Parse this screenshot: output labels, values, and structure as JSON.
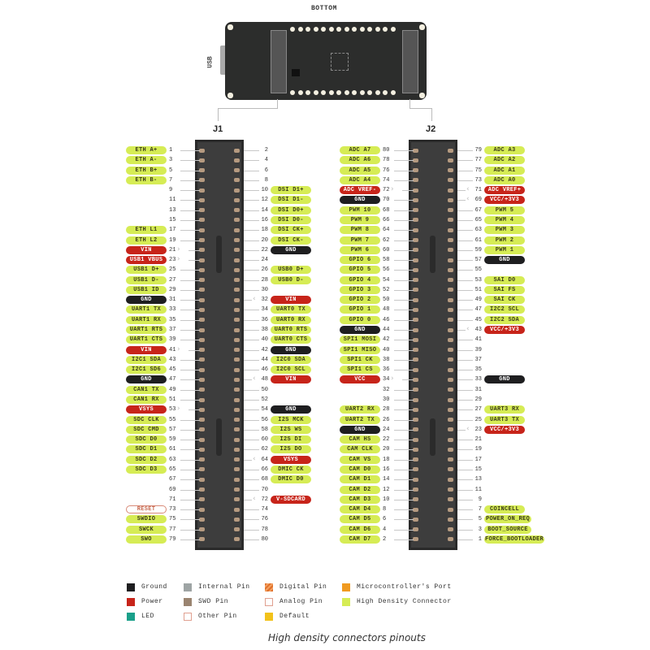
{
  "title": "BOTTOM",
  "usb_label": "USB",
  "j1_label": "J1",
  "j2_label": "J2",
  "colors": {
    "hd": "#d6ec55",
    "power": "#c7241a",
    "ground": "#1e1e20",
    "other": "#d88a78"
  },
  "j1": {
    "left": [
      [
        "1",
        "ETH A+",
        "h",
        0
      ],
      [
        "3",
        "ETH A-",
        "h",
        0
      ],
      [
        "5",
        "ETH B+",
        "h",
        0
      ],
      [
        "7",
        "ETH B-",
        "h",
        0
      ],
      [
        "9",
        "",
        "",
        0
      ],
      [
        "11",
        "",
        "",
        0
      ],
      [
        "13",
        "",
        "",
        0
      ],
      [
        "15",
        "",
        "",
        0
      ],
      [
        "17",
        "ETH L1",
        "h",
        0
      ],
      [
        "19",
        "ETH L2",
        "h",
        0
      ],
      [
        "21",
        "VIN",
        "p",
        1
      ],
      [
        "23",
        "USB1 VBUS",
        "p",
        1
      ],
      [
        "25",
        "USB1 D+",
        "h",
        0
      ],
      [
        "27",
        "USB1 D-",
        "h",
        0
      ],
      [
        "29",
        "USB1 ID",
        "h",
        0
      ],
      [
        "31",
        "GND",
        "g",
        0
      ],
      [
        "33",
        "UART1 TX",
        "h",
        0
      ],
      [
        "35",
        "UART1 RX",
        "h",
        0
      ],
      [
        "37",
        "UART1 RTS",
        "h",
        0
      ],
      [
        "39",
        "UART1 CTS",
        "h",
        0
      ],
      [
        "41",
        "VIN",
        "p",
        1
      ],
      [
        "43",
        "I2C1 SDA",
        "h",
        0
      ],
      [
        "45",
        "I2C1 SD6",
        "h",
        0
      ],
      [
        "47",
        "GND",
        "g",
        0
      ],
      [
        "49",
        "CAN1 TX",
        "h",
        0
      ],
      [
        "51",
        "CAN1 RX",
        "h",
        0
      ],
      [
        "53",
        "VSYS",
        "p",
        1
      ],
      [
        "55",
        "SDC CLK",
        "h",
        0
      ],
      [
        "57",
        "SDC CMD",
        "h",
        0
      ],
      [
        "59",
        "SDC D0",
        "h",
        0
      ],
      [
        "61",
        "SDC D1",
        "h",
        0
      ],
      [
        "63",
        "SDC D2",
        "h",
        0
      ],
      [
        "65",
        "SDC D3",
        "h",
        0
      ],
      [
        "67",
        "",
        "",
        0
      ],
      [
        "69",
        "",
        "",
        0
      ],
      [
        "71",
        "",
        "",
        0
      ],
      [
        "73",
        "RESET",
        "o",
        0
      ],
      [
        "75",
        "SWDIO",
        "h",
        0
      ],
      [
        "77",
        "SWCK",
        "h",
        0
      ],
      [
        "79",
        "SWO",
        "h",
        0
      ]
    ],
    "right": [
      [
        "2",
        "",
        "",
        0
      ],
      [
        "4",
        "",
        "",
        0
      ],
      [
        "6",
        "",
        "",
        0
      ],
      [
        "8",
        "",
        "",
        0
      ],
      [
        "10",
        "DSI D1+",
        "h",
        0
      ],
      [
        "12",
        "DSI D1-",
        "h",
        0
      ],
      [
        "14",
        "DSI D0+",
        "h",
        0
      ],
      [
        "16",
        "DSI D0-",
        "h",
        0
      ],
      [
        "18",
        "DSI CK+",
        "h",
        0
      ],
      [
        "20",
        "DSI CK-",
        "h",
        0
      ],
      [
        "22",
        "GND",
        "g",
        0
      ],
      [
        "24",
        "",
        "",
        0
      ],
      [
        "26",
        "USB0 D+",
        "h",
        0
      ],
      [
        "28",
        "USB0 D-",
        "h",
        0
      ],
      [
        "30",
        "",
        "",
        0
      ],
      [
        "32",
        "VIN",
        "p",
        1
      ],
      [
        "34",
        "UART0 TX",
        "h",
        0
      ],
      [
        "36",
        "UART0 RX",
        "h",
        0
      ],
      [
        "38",
        "UART0 RTS",
        "h",
        0
      ],
      [
        "40",
        "UART0 CTS",
        "h",
        0
      ],
      [
        "42",
        "GND",
        "g",
        0
      ],
      [
        "44",
        "I2C0 SDA",
        "h",
        0
      ],
      [
        "46",
        "I2C0 SCL",
        "h",
        0
      ],
      [
        "48",
        "VIN",
        "p",
        1
      ],
      [
        "50",
        "",
        "",
        0
      ],
      [
        "52",
        "",
        "",
        0
      ],
      [
        "54",
        "GND",
        "g",
        0
      ],
      [
        "56",
        "I2S MCK",
        "h",
        0
      ],
      [
        "58",
        "I2S WS",
        "h",
        0
      ],
      [
        "60",
        "I2S DI",
        "h",
        0
      ],
      [
        "62",
        "I2S DO",
        "h",
        0
      ],
      [
        "64",
        "VSYS",
        "p",
        1
      ],
      [
        "66",
        "DMIC CK",
        "h",
        0
      ],
      [
        "68",
        "DMIC D0",
        "h",
        0
      ],
      [
        "70",
        "",
        "",
        0
      ],
      [
        "72",
        "V-SDCARD",
        "p",
        1
      ],
      [
        "74",
        "",
        "",
        0
      ],
      [
        "76",
        "",
        "",
        0
      ],
      [
        "78",
        "",
        "",
        0
      ],
      [
        "80",
        "",
        "",
        0
      ]
    ]
  },
  "j2": {
    "left": [
      [
        "80",
        "ADC A7",
        "h",
        0
      ],
      [
        "78",
        "ADC A6",
        "h",
        0
      ],
      [
        "76",
        "ADC A5",
        "h",
        0
      ],
      [
        "74",
        "ADC A4",
        "h",
        0
      ],
      [
        "72",
        "ADC VREF-",
        "p",
        1
      ],
      [
        "70",
        "GND",
        "g",
        0
      ],
      [
        "68",
        "PWM 10",
        "h",
        0
      ],
      [
        "66",
        "PWM 9",
        "h",
        0
      ],
      [
        "64",
        "PWM 8",
        "h",
        0
      ],
      [
        "62",
        "PWM 7",
        "h",
        0
      ],
      [
        "60",
        "PWM 6",
        "h",
        0
      ],
      [
        "58",
        "GPIO 6",
        "h",
        0
      ],
      [
        "56",
        "GPIO 5",
        "h",
        0
      ],
      [
        "54",
        "GPIO 4",
        "h",
        0
      ],
      [
        "52",
        "GPIO 3",
        "h",
        0
      ],
      [
        "50",
        "GPIO 2",
        "h",
        0
      ],
      [
        "48",
        "GPIO 1",
        "h",
        0
      ],
      [
        "46",
        "GPIO 0",
        "h",
        0
      ],
      [
        "44",
        "GND",
        "g",
        0
      ],
      [
        "42",
        "SPI1 MOSI",
        "h",
        0
      ],
      [
        "40",
        "SPI1 MISO",
        "h",
        0
      ],
      [
        "38",
        "SPI1 CK",
        "h",
        0
      ],
      [
        "36",
        "SPI1 CS",
        "h",
        0
      ],
      [
        "34",
        "VCC",
        "p",
        1
      ],
      [
        "32",
        "",
        "",
        0
      ],
      [
        "30",
        "",
        "",
        0
      ],
      [
        "28",
        "UART2 RX",
        "h",
        0
      ],
      [
        "26",
        "UART2 TX",
        "h",
        0
      ],
      [
        "24",
        "GND",
        "g",
        0
      ],
      [
        "22",
        "CAM HS",
        "h",
        0
      ],
      [
        "20",
        "CAM CLK",
        "h",
        0
      ],
      [
        "18",
        "CAM VS",
        "h",
        0
      ],
      [
        "16",
        "CAM D0",
        "h",
        0
      ],
      [
        "14",
        "CAM D1",
        "h",
        0
      ],
      [
        "12",
        "CAM D2",
        "h",
        0
      ],
      [
        "10",
        "CAM D3",
        "h",
        0
      ],
      [
        "8",
        "CAM D4",
        "h",
        0
      ],
      [
        "6",
        "CAM D5",
        "h",
        0
      ],
      [
        "4",
        "CAM D6",
        "h",
        0
      ],
      [
        "2",
        "CAM D7",
        "h",
        0
      ]
    ],
    "right": [
      [
        "79",
        "ADC A3",
        "h",
        0
      ],
      [
        "77",
        "ADC A2",
        "h",
        0
      ],
      [
        "75",
        "ADC A1",
        "h",
        0
      ],
      [
        "73",
        "ADC A0",
        "h",
        0
      ],
      [
        "71",
        "ADC VREF+",
        "p",
        1
      ],
      [
        "69",
        "VCC/+3V3",
        "p",
        1
      ],
      [
        "67",
        "PWM 5",
        "h",
        0
      ],
      [
        "65",
        "PWM 4",
        "h",
        0
      ],
      [
        "63",
        "PWM 3",
        "h",
        0
      ],
      [
        "61",
        "PWM 2",
        "h",
        0
      ],
      [
        "59",
        "PWM 1",
        "h",
        0
      ],
      [
        "57",
        "GND",
        "g",
        0
      ],
      [
        "55",
        "",
        "",
        0
      ],
      [
        "53",
        "SAI D0",
        "h",
        0
      ],
      [
        "51",
        "SAI FS",
        "h",
        0
      ],
      [
        "49",
        "SAI CK",
        "h",
        0
      ],
      [
        "47",
        "I2C2 SCL",
        "h",
        0
      ],
      [
        "45",
        "I2C2 SDA",
        "h",
        0
      ],
      [
        "43",
        "VCC/+3V3",
        "p",
        1
      ],
      [
        "41",
        "",
        "",
        0
      ],
      [
        "39",
        "",
        "",
        0
      ],
      [
        "37",
        "",
        "",
        0
      ],
      [
        "35",
        "",
        "",
        0
      ],
      [
        "33",
        "GND",
        "g",
        0
      ],
      [
        "31",
        "",
        "",
        0
      ],
      [
        "29",
        "",
        "",
        0
      ],
      [
        "27",
        "UART3 RX",
        "h",
        0
      ],
      [
        "25",
        "UART3 TX",
        "h",
        0
      ],
      [
        "23",
        "VCC/+3V3",
        "p",
        1
      ],
      [
        "21",
        "",
        "",
        0
      ],
      [
        "19",
        "",
        "",
        0
      ],
      [
        "17",
        "",
        "",
        0
      ],
      [
        "15",
        "",
        "",
        0
      ],
      [
        "13",
        "",
        "",
        0
      ],
      [
        "11",
        "",
        "",
        0
      ],
      [
        "9",
        "",
        "",
        0
      ],
      [
        "7",
        "COINCELL",
        "h",
        0
      ],
      [
        "5",
        "POWER_ON_REQ",
        "h",
        0
      ],
      [
        "3",
        "BOOT_SOURCE",
        "h",
        0
      ],
      [
        "1",
        "FORCE_BOOTLOADER",
        "h",
        0
      ]
    ]
  },
  "legend": [
    {
      "label": "Ground",
      "color": "#1e1e20"
    },
    {
      "label": "Internal Pin",
      "color": "#9ea4a4"
    },
    {
      "label": "Digital Pin",
      "color": "#e0702a"
    },
    {
      "label": "Microcontroller's Port",
      "color": "#f09a20"
    },
    {
      "label": "Power",
      "color": "#c7241a"
    },
    {
      "label": "SWD Pin",
      "color": "#9a8470"
    },
    {
      "label": "Analog Pin",
      "color": "#ffffff"
    },
    {
      "label": "High Density Connector",
      "color": "#d6ec55"
    },
    {
      "label": "LED",
      "color": "#1aa08a"
    },
    {
      "label": "Other Pin",
      "color": "#ffffff"
    },
    {
      "label": "Default",
      "color": "#f2c21a"
    }
  ],
  "caption": "High density connectors pinouts"
}
